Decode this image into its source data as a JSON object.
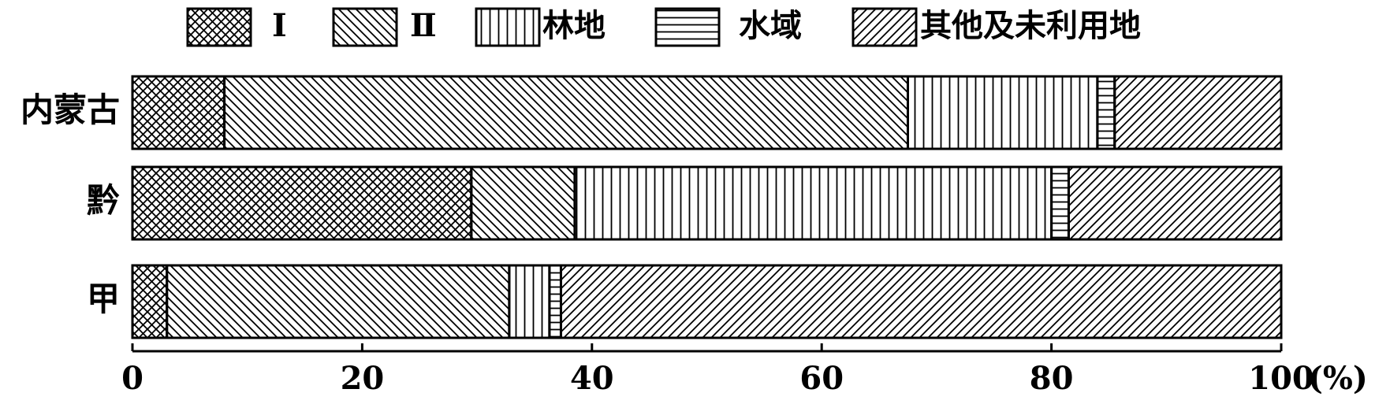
{
  "chart_data": {
    "type": "bar",
    "orientation": "horizontal",
    "stacked": true,
    "categories": [
      "内蒙古",
      "黔",
      "甲"
    ],
    "series": [
      {
        "name": "Ⅰ",
        "pattern": "crosshatch",
        "values": [
          8,
          29.5,
          3
        ]
      },
      {
        "name": "Ⅱ",
        "pattern": "backslash",
        "values": [
          59.5,
          9,
          29.8
        ]
      },
      {
        "name": "林地",
        "pattern": "vertical",
        "values": [
          16.5,
          41.5,
          3.5
        ]
      },
      {
        "name": "水域",
        "pattern": "horizontal",
        "values": [
          1.5,
          1.5,
          1
        ]
      },
      {
        "name": "其他及未利用地",
        "pattern": "slash",
        "values": [
          14.5,
          18.5,
          62.7
        ]
      }
    ],
    "xlim": [
      0,
      100
    ],
    "xticks": [
      0,
      20,
      40,
      60,
      80,
      100
    ],
    "xunit": "(%)",
    "legend_position": "top",
    "grid": false,
    "colors": {
      "stroke": "#000000",
      "background": "#ffffff"
    }
  }
}
